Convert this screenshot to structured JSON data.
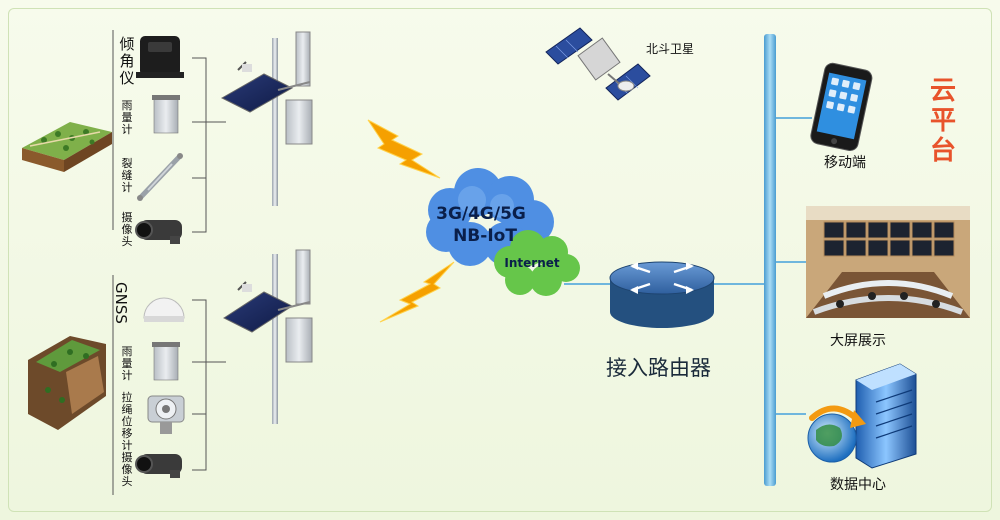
{
  "devices_top": {
    "tilt": "倾角仪",
    "rain": "雨量计",
    "crack": "裂缝计",
    "camera": "摄像头"
  },
  "devices_bottom": {
    "gnss": "GNSS",
    "rain": "雨量计",
    "wire": "拉绳位移计",
    "camera": "摄像头"
  },
  "satellite_label": "北斗卫星",
  "network": {
    "line1": "3G/4G/5G",
    "line2": "NB-IoT",
    "internet": "Internet"
  },
  "router_label": "接入路由器",
  "cloud_platform": "云平台",
  "endpoints": {
    "mobile": "移动端",
    "screen": "大屏展示",
    "data_center": "数据中心"
  },
  "colors": {
    "bus": "#6fb6dd",
    "cloud_blue": "#4f8fe3",
    "cloud_green": "#66c64a",
    "bolt": "#f5a000",
    "router": "#2f5f9e",
    "title_red": "#e8532b"
  }
}
